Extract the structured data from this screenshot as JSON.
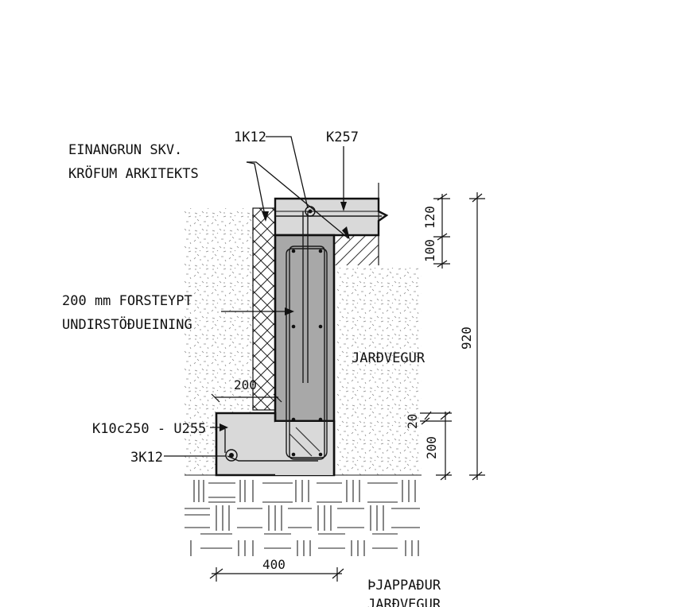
{
  "labels": {
    "insulation_line1": "EINANGRUN SKV.",
    "insulation_line2": "KRÖFUM ARKITEKTS",
    "rebar_top": "1K12",
    "slab_mesh": "K257",
    "precast_line1": "200 mm FORSTEYPT",
    "precast_line2": "UNDIRSTÖÐUEINING",
    "soil": "JARÐVEGUR",
    "stirrups": "K10c250 - U255",
    "rebar_bottom": "3K12",
    "compacted_line1": "ÞJAPPAÐUR",
    "compacted_line2": "JARÐVEGUR"
  },
  "dimensions": {
    "wall_offset": "200",
    "footing_width": "400",
    "slab_thickness": "120",
    "slab_upper": "100",
    "total_height": "920",
    "gap": "20",
    "footing_height": "200"
  }
}
